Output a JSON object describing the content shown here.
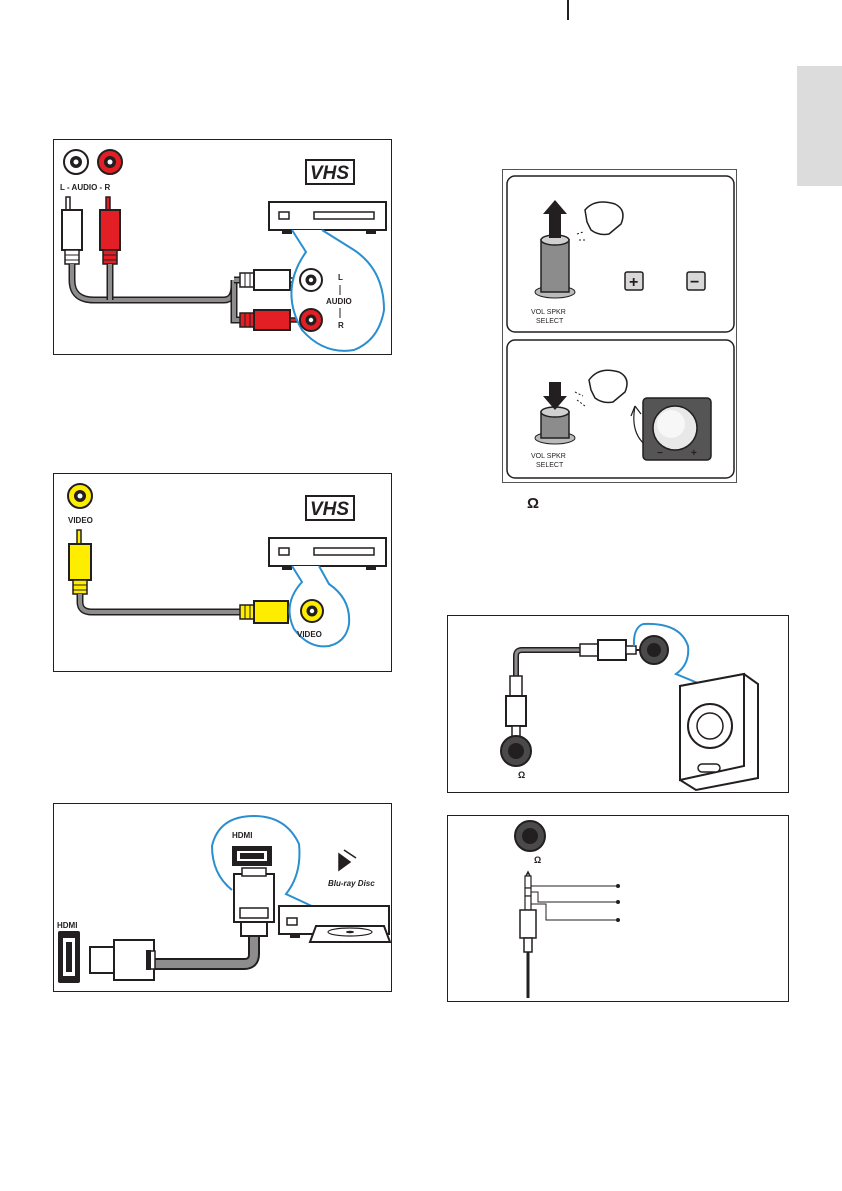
{
  "page": {
    "colors": {
      "line": "#231f20",
      "red_plug": "#e31e24",
      "yellow_plug": "#ffed00",
      "white_plug": "#ffffff",
      "callout_blue": "#2a8fd0",
      "cable_gray": "#7a7a7a",
      "language_tab": "#dcdcdc"
    }
  },
  "panel_audio_rca": {
    "jack_label": "L - AUDIO - R",
    "device_logo": "VHS",
    "callout_l": "L",
    "callout_audio": "AUDIO",
    "callout_r": "R"
  },
  "panel_video_composite": {
    "jack_label": "VIDEO",
    "device_logo": "VHS",
    "callout_video": "VIDEO"
  },
  "panel_hdmi": {
    "callout_label": "HDMI",
    "tv_port_label": "HDMI",
    "device_logo": "Blu-ray Disc"
  },
  "panel_vol_speaker_select": {
    "button_label_top": "VOL SPKR",
    "button_label_bottom": "SELECT",
    "button_label_top_2": "VOL SPKR",
    "button_label_bottom_2": "SELECT",
    "plus_key": "+",
    "minus_key": "−",
    "knob_minus": "−",
    "knob_plus": "+"
  },
  "headphone_symbol": "Ω",
  "panel_speaker_connection": {
    "jack_label": "Ω"
  },
  "panel_jack_pinout": {
    "jack_label": "Ω"
  }
}
